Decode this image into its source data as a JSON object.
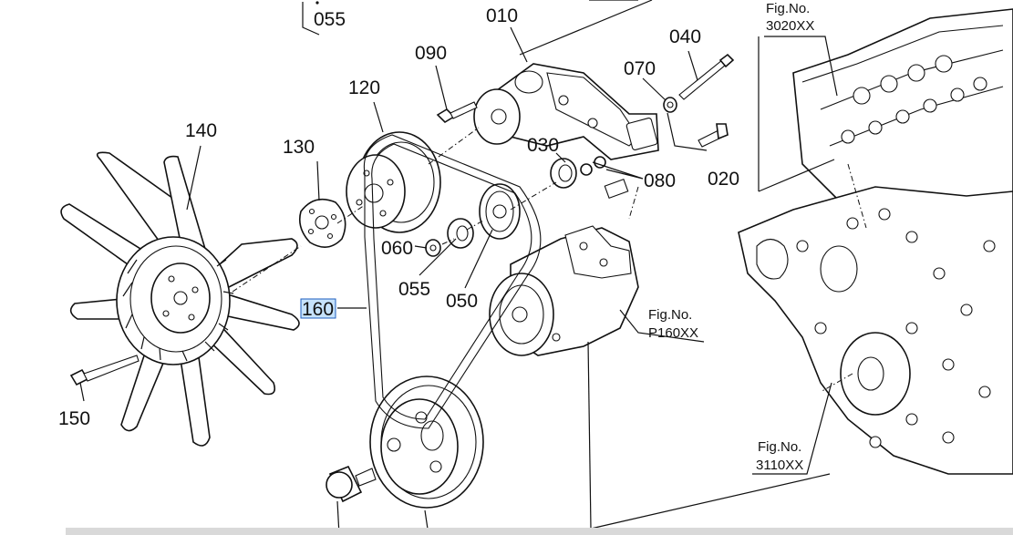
{
  "parts": {
    "p055_top": "055",
    "p010": "010",
    "p090": "090",
    "p040": "040",
    "p070": "070",
    "p120": "120",
    "p140": "140",
    "p130": "130",
    "p030": "030",
    "p080": "080",
    "p020": "020",
    "p060": "060",
    "p055": "055",
    "p050": "050",
    "p160": "160",
    "p150": "150"
  },
  "figures": {
    "fig_top": {
      "line1": "Fig.No.",
      "line2": "3020XX"
    },
    "fig_mid": {
      "line1": "Fig.No.",
      "line2": "P160XX"
    },
    "fig_bottom": {
      "line1": "Fig.No.",
      "line2": "3110XX"
    }
  },
  "selected_part": "160",
  "colors": {
    "ink": "#111111",
    "selection_fill": "#c6e2fb",
    "selection_border": "#1f5fbf",
    "bottom_bar": "#d9d9d9"
  }
}
